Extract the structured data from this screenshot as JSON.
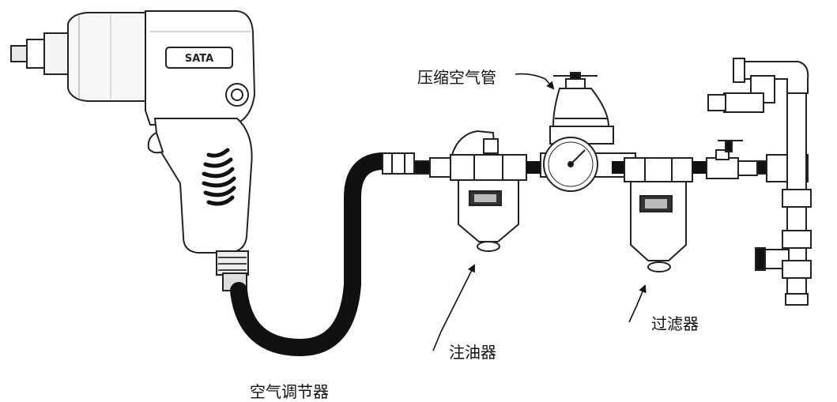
{
  "brand": "SATA",
  "labels": {
    "compressed_air_pipe": "压缩空气管",
    "lubricator": "注油器",
    "filter": "过滤器",
    "air_regulator": "空气调节器"
  }
}
